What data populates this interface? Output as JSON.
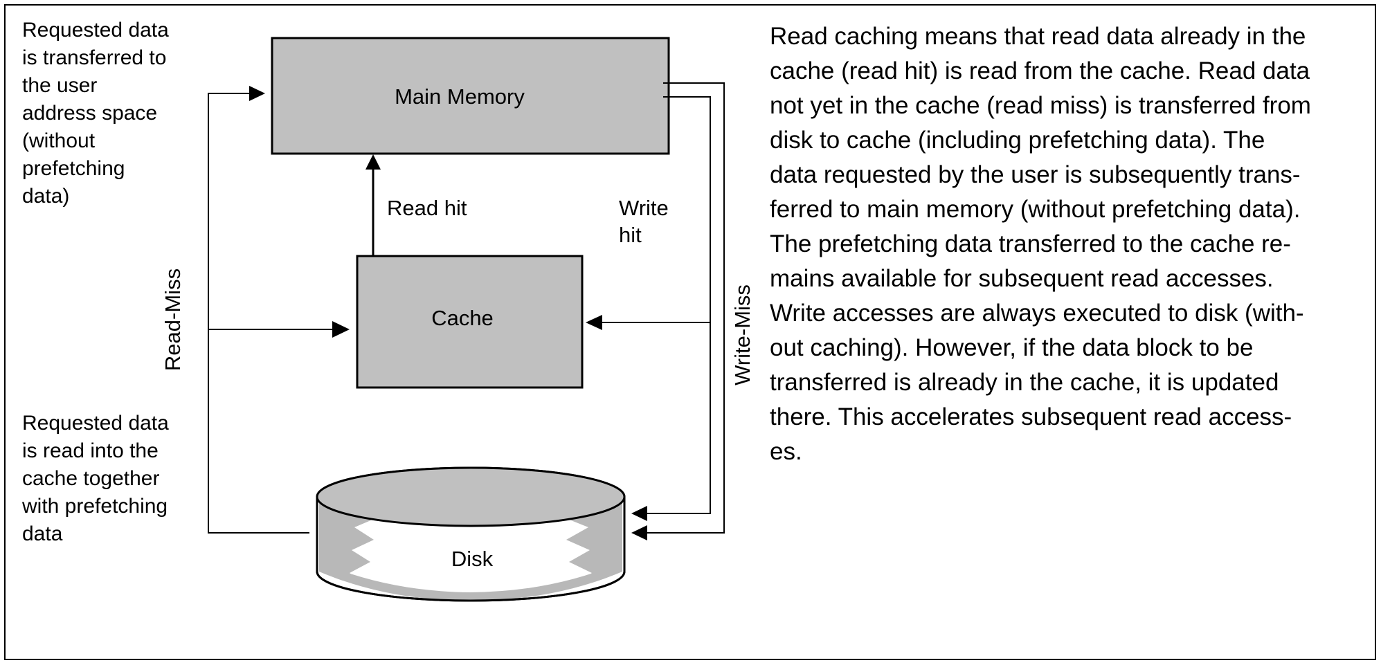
{
  "notes": {
    "top": "Requested data\nis transferred to\nthe user\naddress space\n(without\nprefetching\ndata)",
    "bottom": "Requested data\nis read into the\ncache together\nwith prefetching\ndata"
  },
  "boxes": {
    "main_memory": "Main Memory",
    "cache": "Cache",
    "disk": "Disk"
  },
  "labels": {
    "read_hit": "Read hit",
    "write_hit_1": "Write",
    "write_hit_2": "hit",
    "read_miss": "Read-Miss",
    "write_miss": "Write-Miss"
  },
  "description": "Read caching means that read data already in the\ncache (read hit) is read from the cache. Read data\nnot yet in the cache (read miss) is transferred from\ndisk to cache (including prefetching data). The\ndata requested by the user is subsequently trans-\nferred to main memory (without prefetching data).\nThe prefetching data transferred to the cache re-\nmains available for subsequent read accesses.\nWrite accesses are always executed to disk (with-\nout caching). However, if the data block to be\ntransferred is already in the cache, it is updated\nthere. This accelerates subsequent read access-\nes.",
  "colors": {
    "box_fill": "#c0c0c0",
    "line": "#000000",
    "background": "#ffffff"
  }
}
